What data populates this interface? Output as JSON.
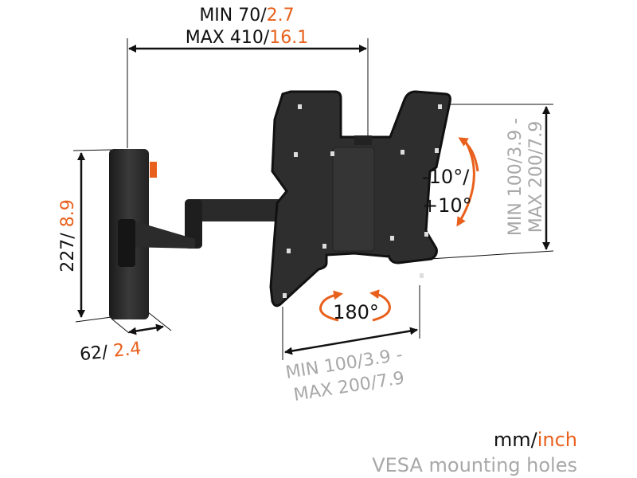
{
  "colors": {
    "accent": "#e8601c",
    "text": "#111111",
    "vesa": "#a8a8a8"
  },
  "width_dim": {
    "min_mm": "MIN 70/",
    "min_in": "2.7",
    "max_mm": "MAX 410/",
    "max_in": "16.1"
  },
  "height_dim": {
    "mm": "227/ ",
    "in": "8.9"
  },
  "depth_dim": {
    "mm": "62/ ",
    "in": "2.4"
  },
  "tilt": {
    "line1": "-10°/",
    "line2": "+10°"
  },
  "rotation": {
    "label": "180°"
  },
  "vesa_vertical": {
    "line1_mm": "MIN 100/3.9 -",
    "line2_mm": "MAX 200/7.9"
  },
  "vesa_horizontal": {
    "line1_mm": "MIN 100/3.9 -",
    "line2_mm": "MAX 200/7.9"
  },
  "legend": {
    "mm": "mm/",
    "inch": "inch",
    "vesa": "VESA mounting holes"
  }
}
